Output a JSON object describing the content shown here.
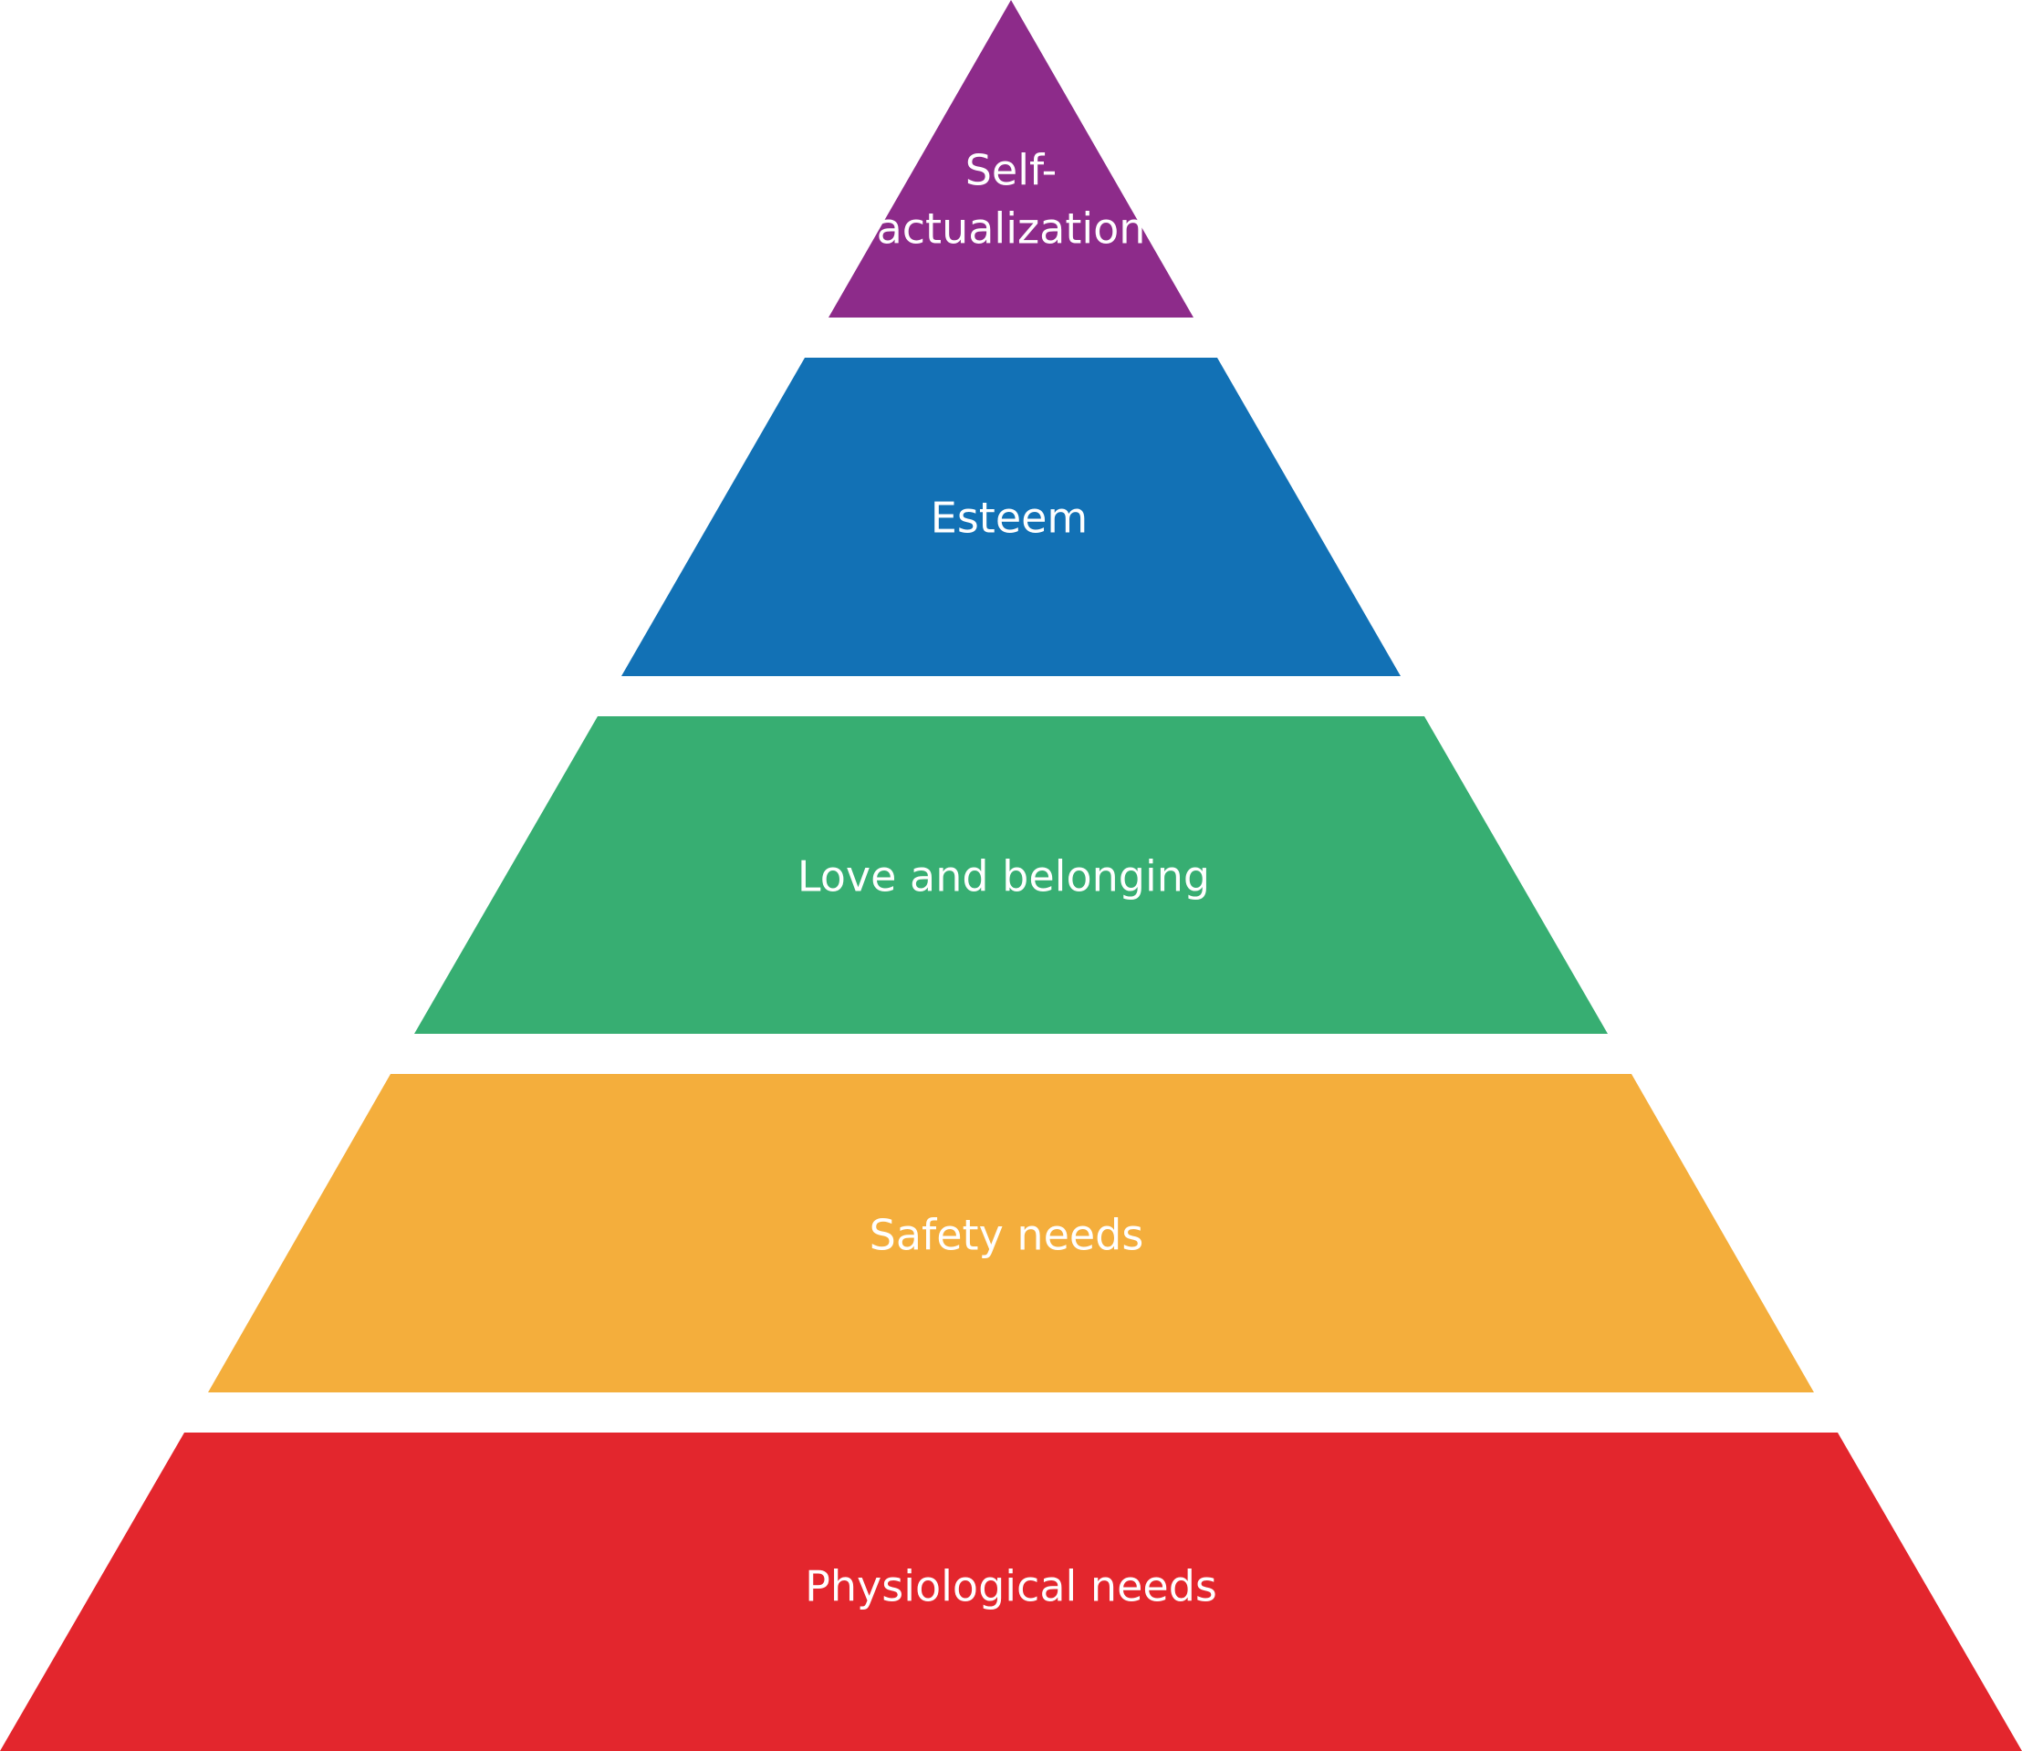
{
  "title": "Maslow's hierarchy of needs",
  "levels": [
    {
      "id": "self-actualization",
      "label_lines": [
        "Self-",
        "actualization"
      ],
      "color": "#8d2b8a"
    },
    {
      "id": "esteem",
      "label_lines": [
        "Esteem"
      ],
      "color": "#1271b5"
    },
    {
      "id": "love-and-belonging",
      "label_lines": [
        "Love and belonging"
      ],
      "color": "#37ae72"
    },
    {
      "id": "safety-needs",
      "label_lines": [
        "Safety needs"
      ],
      "color": "#f4ae3c"
    },
    {
      "id": "physiological-needs",
      "label_lines": [
        "Physiological needs"
      ],
      "color": "#e3262d"
    }
  ]
}
